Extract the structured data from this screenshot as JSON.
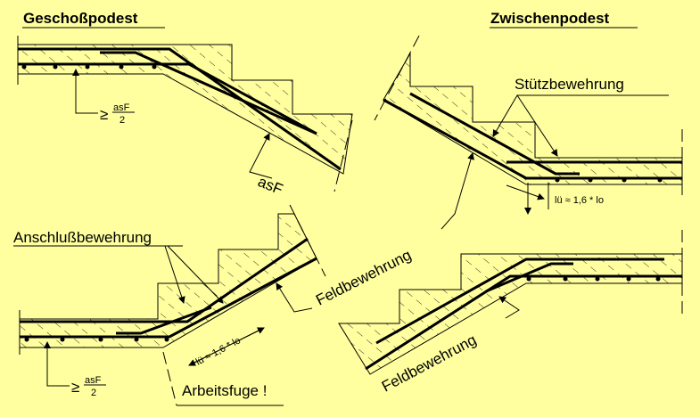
{
  "background_color": "#ffff9f",
  "panels": {
    "geschoss": {
      "title": "Geschoßpodest",
      "min_label": "≥",
      "fraction_num": "asF",
      "fraction_den": "2",
      "asf_label": "asF"
    },
    "zwischen": {
      "title": "Zwischenpodest",
      "support_label": "Stützbewehrung",
      "lap_label": "lü ≈ 1,6 * lo"
    },
    "anschluss": {
      "connection_label": "Anschlußbewehrung",
      "min_label": "≥",
      "fraction_num": "asF",
      "fraction_den": "2",
      "lap_label": "lü ≈ 1,6 * lo",
      "joint_label": "Arbeitsfuge !",
      "field_label": "Feldbewehrung"
    },
    "zwischen_unten": {
      "field_label": "Feldbewehrung"
    }
  }
}
